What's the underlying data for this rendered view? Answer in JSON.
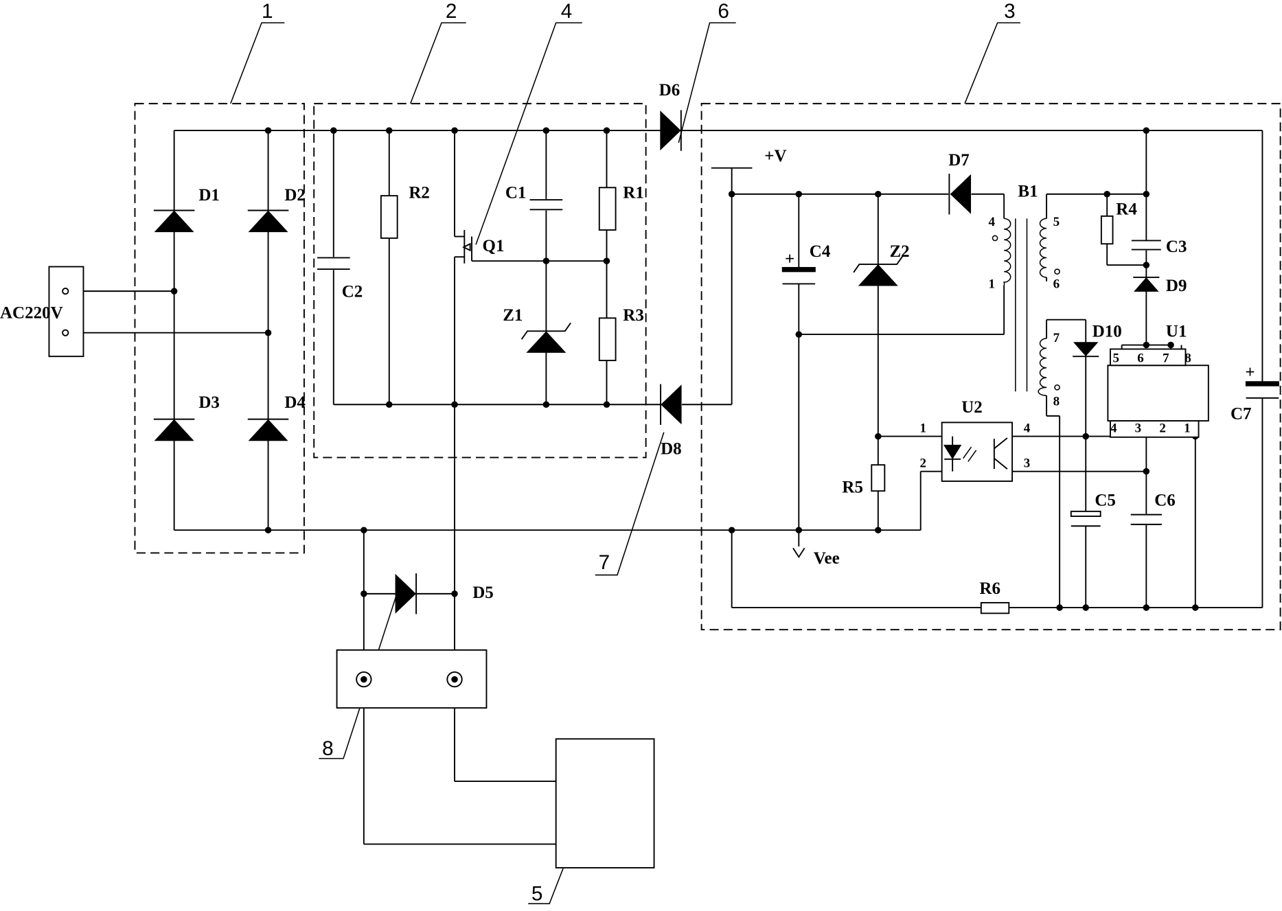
{
  "callouts": {
    "c1": "1",
    "c2": "2",
    "c3": "3",
    "c4": "4",
    "c5": "5",
    "c6": "6",
    "c7": "7",
    "c8": "8"
  },
  "source": {
    "label": "AC220V"
  },
  "components": {
    "D1": "D1",
    "D2": "D2",
    "D3": "D3",
    "D4": "D4",
    "D5": "D5",
    "D6": "D6",
    "D7": "D7",
    "D8": "D8",
    "D9": "D9",
    "D10": "D10",
    "C1": "C1",
    "C2": "C2",
    "C3": "C3",
    "C4": "C4",
    "C5": "C5",
    "C6": "C6",
    "C7": "C7",
    "R1": "R1",
    "R2": "R2",
    "R3": "R3",
    "R4": "R4",
    "R5": "R5",
    "R6": "R6",
    "Z1": "Z1",
    "Z2": "Z2",
    "Q1": "Q1",
    "B1": "B1",
    "U1": "U1",
    "U2": "U2"
  },
  "nets": {
    "vplus": "+V",
    "vee": "Vee"
  },
  "transformer_pins": {
    "p1": "1",
    "p4": "4",
    "p5": "5",
    "p6": "6",
    "p7": "7",
    "p8": "8"
  },
  "u1_pins": {
    "p1": "1",
    "p2": "2",
    "p3": "3",
    "p4": "4",
    "p5": "5",
    "p6": "6",
    "p7": "7",
    "p8": "8"
  },
  "u2_pins": {
    "p1": "1",
    "p2": "2",
    "p3": "3",
    "p4": "4"
  },
  "polarity": {
    "plus": "+"
  }
}
